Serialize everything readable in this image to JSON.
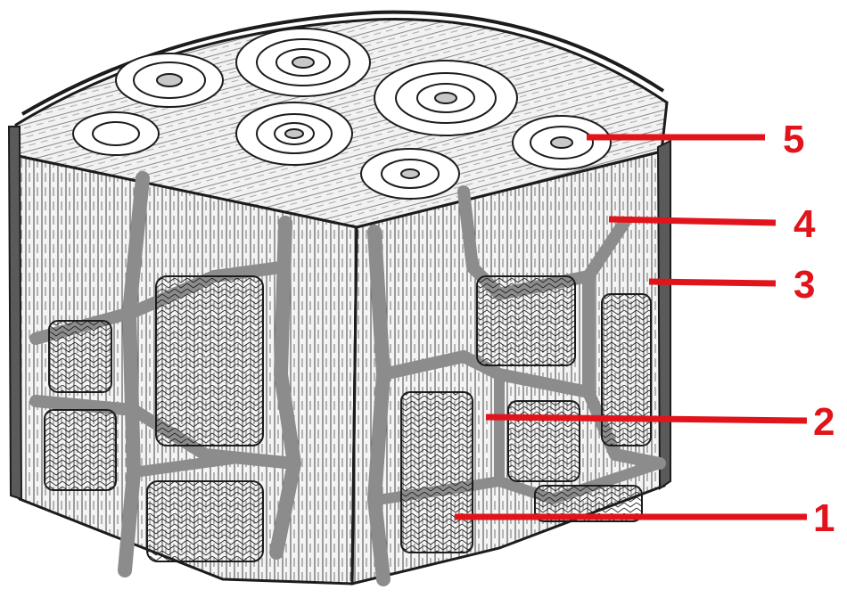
{
  "colors": {
    "leader": "#e1141c",
    "ink": "#1c1c1c",
    "canal": "#8c8c8c",
    "tissue": "#f4f4f4"
  },
  "labels": [
    {
      "number": "1"
    },
    {
      "number": "2"
    },
    {
      "number": "3"
    },
    {
      "number": "4"
    },
    {
      "number": "5"
    }
  ]
}
